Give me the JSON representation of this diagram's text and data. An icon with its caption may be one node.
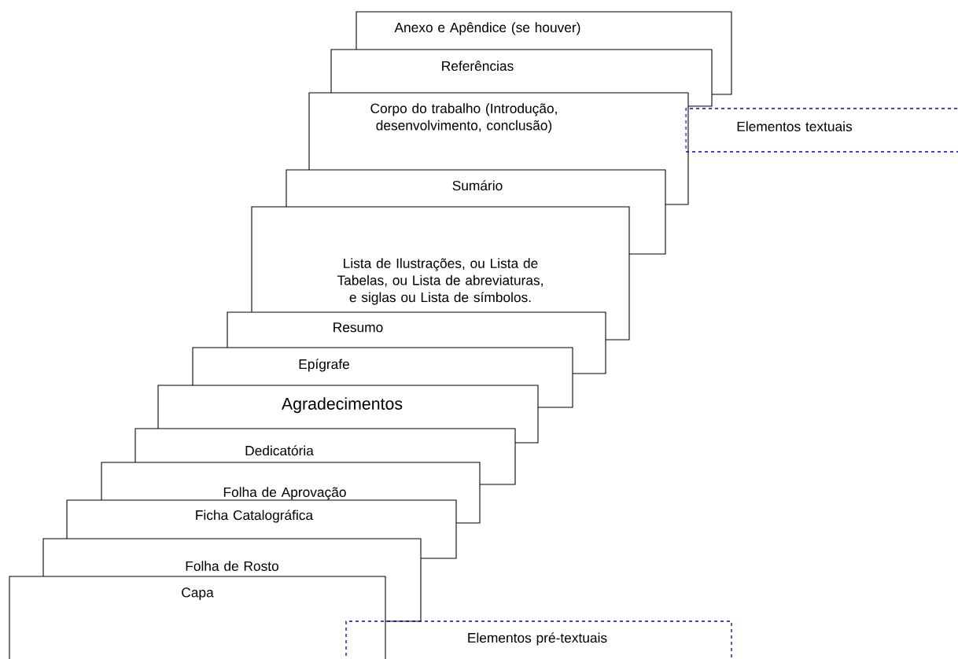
{
  "diagram": {
    "nodes": [
      {
        "text": [
          "Anexo e Apêndice (se houver)"
        ]
      },
      {
        "text": [
          "Referências"
        ]
      },
      {
        "text": [
          "Corpo do trabalho (Introdução, desenvolvimento, conclusão)"
        ]
      },
      {
        "text": [
          "Sumário"
        ]
      },
      {
        "text": [
          "Lista de Ilustrações, ou Lista de Tabelas, ou Lista de abreviaturas, e siglas ou Lista de símbolos."
        ]
      },
      {
        "text": [
          "Resumo"
        ]
      },
      {
        "text": [
          "Epígrafe"
        ]
      },
      {
        "text": [
          "Agradecimentos"
        ]
      },
      {
        "text": [
          "Dedicatória"
        ]
      },
      {
        "text": [
          "Folha de Aprovação"
        ]
      },
      {
        "text": [
          "Ficha Catalográfica"
        ]
      },
      {
        "text": [
          "Folha de Rosto"
        ]
      },
      {
        "text": [
          "Capa"
        ]
      },
      {
        "text": [
          "Elementos textuais"
        ]
      },
      {
        "text": [
          "Elementos pré-textuais"
        ]
      }
    ]
  }
}
